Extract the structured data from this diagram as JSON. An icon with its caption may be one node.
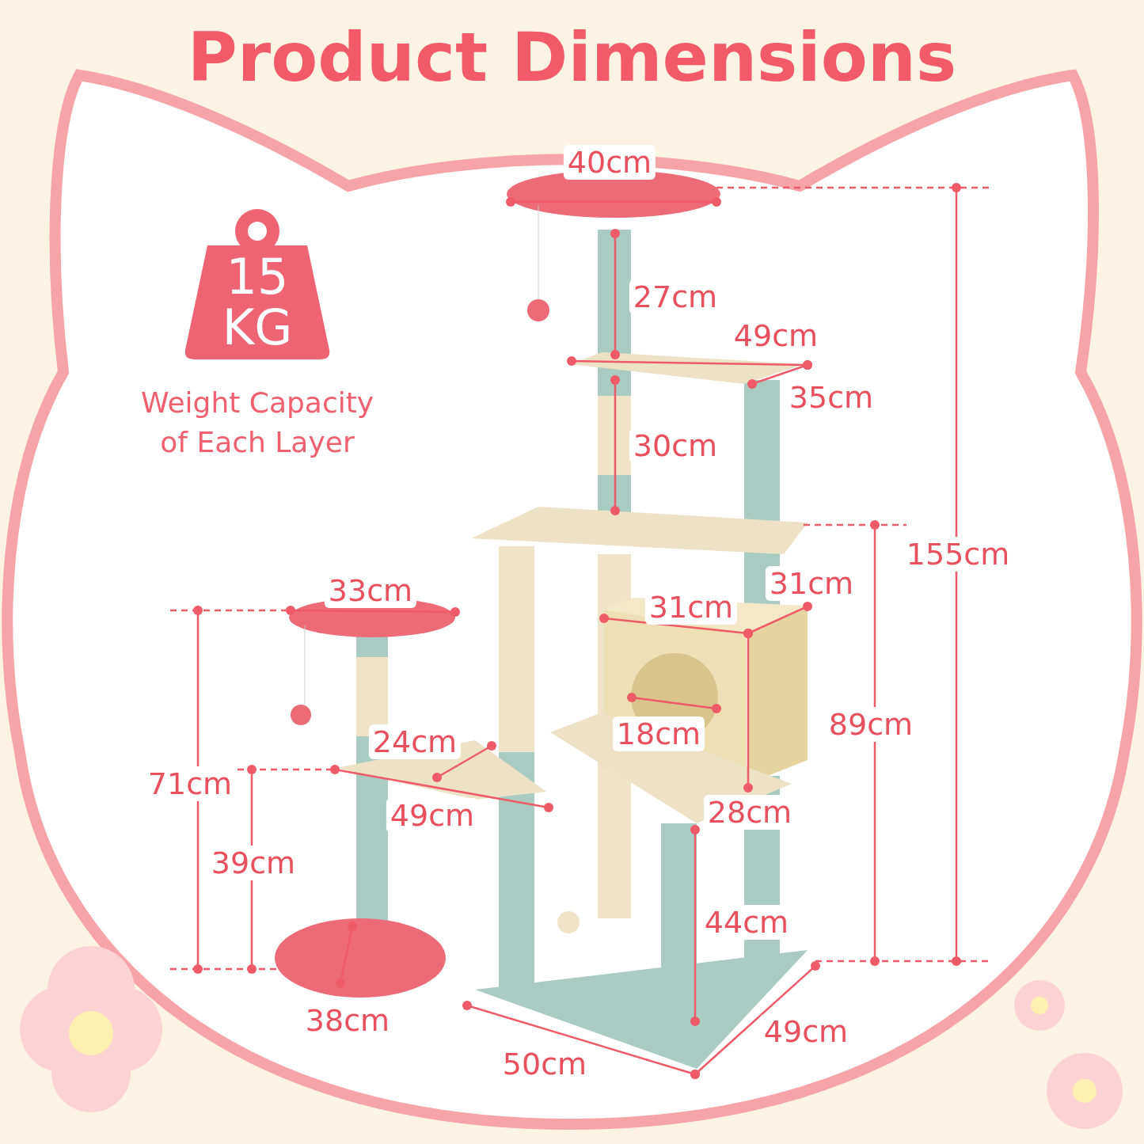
{
  "diagram": {
    "title": "Product Dimensions",
    "nodes": [
      {
        "text": [
          "15 KG"
        ],
        "beside": [
          "Weight Capacity of Each Layer"
        ]
      }
    ],
    "labels": [
      "40cm",
      "27cm",
      "49cm",
      "35cm",
      "30cm",
      "155cm",
      "31cm",
      "33cm",
      "31cm",
      "89cm",
      "18cm",
      "24cm",
      "71cm",
      "28cm",
      "49cm",
      "39cm",
      "44cm",
      "38cm",
      "49cm",
      "50cm"
    ]
  }
}
